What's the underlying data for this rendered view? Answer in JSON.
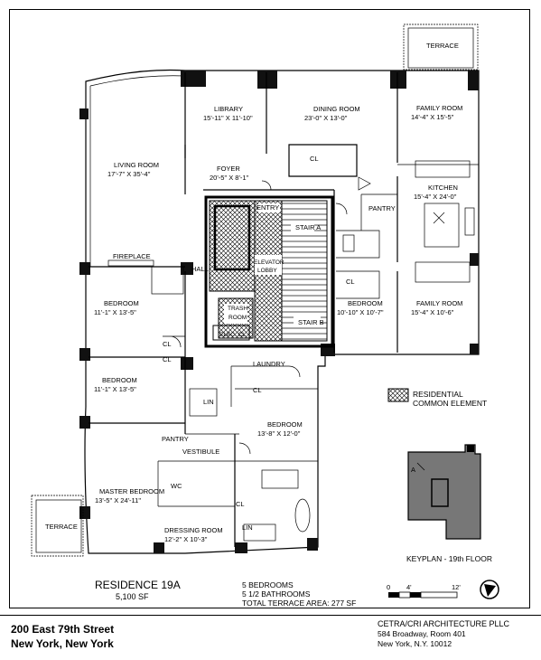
{
  "rooms": {
    "terrace_top": "TERRACE",
    "terrace_left": "TERRACE",
    "library_name": "LIBRARY",
    "library_dim": "15'-11\" X 11'-10\"",
    "dining_name": "DINING ROOM",
    "dining_dim": "23'-0\" X 13'-0\"",
    "family1_name": "FAMILY ROOM",
    "family1_dim": "14'-4\" X 15'-5\"",
    "living_name": "LIVING ROOM",
    "living_dim": "17'-7\" X 35'-4\"",
    "foyer_name": "FOYER",
    "foyer_dim": "20'-5\" X 8'-1\"",
    "kitchen_name": "KITCHEN",
    "kitchen_dim": "15'-4\" X 24'-0\"",
    "entry": "ENTRY",
    "stair_a": "STAIR A",
    "stair_b": "STAIR B",
    "pantry1": "PANTRY",
    "pantry2": "PANTRY",
    "elevator_lobby_1": "ELEVATOR",
    "elevator_lobby_2": "LOBBY",
    "trash_room_1": "TRASH",
    "trash_room_2": "ROOM",
    "elec_cl": "ELEC. CL",
    "fireplace": "FIREPLACE",
    "hall": "HALL",
    "bedroom1_name": "BEDROOM",
    "bedroom1_dim": "11'-1\" X 13'-5\"",
    "bedroom2_name": "BEDROOM",
    "bedroom2_dim": "10'-10\" X 10'-7\"",
    "family2_name": "FAMILY ROOM",
    "family2_dim": "15'-4\" X 10'-6\"",
    "bedroom3_name": "BEDROOM",
    "bedroom3_dim": "11'-1\" X 13'-5\"",
    "laundry": "LAUNDRY",
    "bedroom4_name": "BEDROOM",
    "bedroom4_dim": "13'-8\" X 12'-0\"",
    "lin1": "LIN",
    "lin2": "LIN",
    "pantry3": "PANTRY",
    "vestibule": "VESTIBULE",
    "wc": "WC",
    "master_name": "MASTER BEDROOM",
    "master_dim": "13'-5\" X 24'-11\"",
    "dressing_name": "DRESSING ROOM",
    "dressing_dim": "12'-2\" X 10'-3\"",
    "cl": "CL"
  },
  "legend": {
    "line1": "RESIDENTIAL",
    "line2": "COMMON ELEMENT"
  },
  "keyplan": {
    "label": "KEYPLAN - 19th FLOOR",
    "marker": "A"
  },
  "scale": {
    "zero": "0",
    "mid": "4'",
    "end": "12'"
  },
  "residence": {
    "title": "RESIDENCE 19A",
    "area": "5,100 SF",
    "bedrooms": "5 BEDROOMS",
    "bathrooms": "5 1/2 BATHROOMS",
    "terrace": "TOTAL TERRACE AREA:  277 SF"
  },
  "footer": {
    "address1": "200 East 79th Street",
    "address2": "New York, New York",
    "firm": "CETRA/CRI ARCHITECTURE PLLC",
    "firm_addr1": "584 Broadway, Room 401",
    "firm_addr2": "New York, N.Y. 10012"
  }
}
